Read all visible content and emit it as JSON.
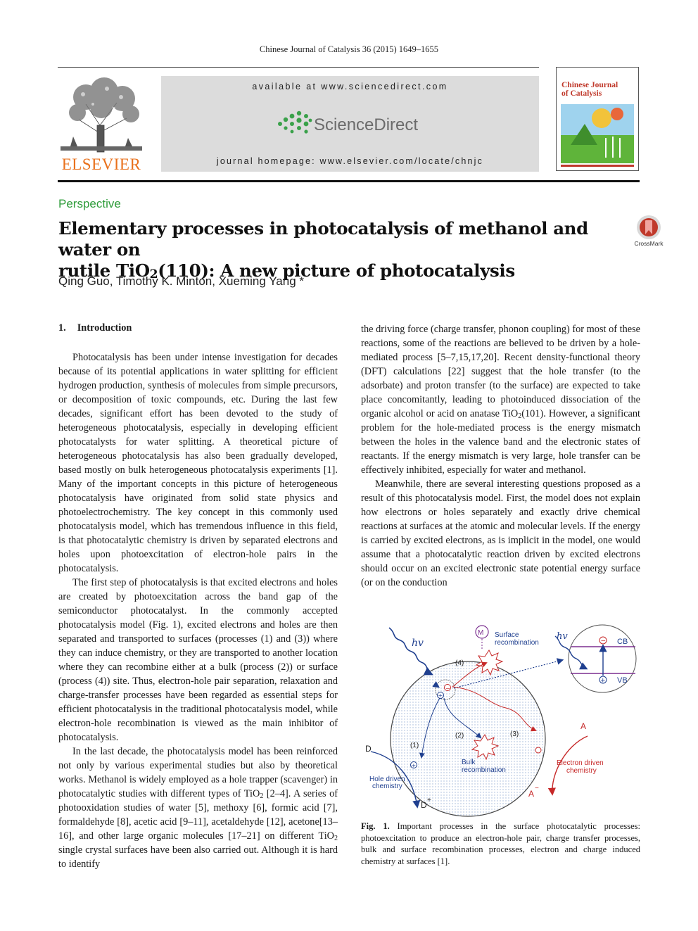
{
  "header": {
    "journal_ref": "Chinese Journal of Catalysis 36 (2015) 1649–1655",
    "publisher": "ELSEVIER",
    "available_at": "available at www.sciencedirect.com",
    "brand": "ScienceDirect",
    "homepage": "journal homepage: www.elsevier.com/locate/chnjc",
    "cover_title_1": "Chinese Journal",
    "cover_title_2": "of Catalysis",
    "colors": {
      "elsevier": "#e9711c",
      "perspective": "#2e9c3a",
      "cover_title": "#c0392b"
    }
  },
  "article": {
    "type": "Perspective",
    "title_line1": "Elementary processes in photocatalysis of methanol and water on",
    "title_line2_pre": "rutile TiO",
    "title_line2_sub": "2",
    "title_line2_post": "(110): A new picture of photocatalysis",
    "crossmark": "CrossMark",
    "authors": "Qing Guo, Timothy K. Minton, Xueming Yang *"
  },
  "section": {
    "number": "1.",
    "title": "Introduction"
  },
  "left_column": {
    "p1": "Photocatalysis has been under intense investigation for decades because of its potential applications in water splitting for efficient hydrogen production, synthesis of molecules from simple precursors, or decomposition of toxic compounds, etc. During the last few decades, significant effort has been devoted to the study of heterogeneous photocatalysis, especially in developing efficient photocatalysts for water splitting. A theoretical picture of heterogeneous photocatalysis has also been gradually developed, based mostly on bulk heterogeneous photocatalysis experiments [1]. Many of the important concepts in this picture of heterogeneous photocatalysis have originated from solid state physics and photoelectrochemistry. The key concept in this commonly used photocatalysis model, which has tremendous influence in this field, is that photocatalytic chemistry is driven by separated electrons and holes upon photoexcitation of electron-hole pairs in the photocatalysis.",
    "p2": "The first step of photocatalysis is that excited electrons and holes are created by photoexcitation across the band gap of the semiconductor photocatalyst. In the commonly accepted photocatalysis model (Fig. 1), excited electrons and holes are then separated and transported to surfaces (processes (1) and (3)) where they can induce chemistry, or they are transported to another location where they can recombine either at a bulk (process (2)) or surface (process (4)) site. Thus, electron-hole pair separation, relaxation and charge-transfer processes have been regarded as essential steps for efficient photocatalysis in the traditional photocatalysis model, while electron-hole recombination is viewed as the main inhibitor of photocatalysis.",
    "p3_a": "In the last decade, the photocatalysis model has been reinforced not only by various experimental studies but also by theoretical works. Methanol is widely employed as a hole trapper (scavenger) in photocatalytic studies with different types of TiO",
    "p3_b": "2",
    "p3_c": " [2–4]. A series of photooxidation studies of water [5], methoxy [6], formic acid [7], formaldehyde [8], acetic acid [9–11], acetaldehyde [12], acetone[13–16], and other large organic molecules [17–21] on different TiO",
    "p3_d": "2",
    "p3_e": " single crystal surfaces have been also carried out. Although it is hard to identify"
  },
  "right_column": {
    "p1_a": "the driving force (charge transfer, phonon coupling) for most of these reactions, some of the reactions are believed to be driven by a hole-mediated process [5–7,15,17,20]. Recent density-functional theory (DFT) calculations [22] suggest that the hole transfer (to the adsorbate) and proton transfer (to the surface) are expected to take place concomitantly, leading to photoinduced dissociation of the organic alcohol or acid on anatase TiO",
    "p1_b": "2",
    "p1_c": "(101). However, a significant problem for the hole-mediated process is the energy mismatch between the holes in the valence band and the electronic states of reactants. If the energy mismatch is very large, hole transfer can be effectively inhibited, especially for water and methanol.",
    "p2": "Meanwhile, there are several interesting questions proposed as a result of this photocatalysis model. First, the model does not explain how electrons or holes separately and exactly drive chemical reactions at surfaces at the atomic and molecular levels. If the energy is carried by excited electrons, as is implicit in the model, one would assume that a photocatalytic reaction driven by excited electrons should occur on an excited electronic state potential energy surface (or on the conduction"
  },
  "figure": {
    "hv_left": "hv",
    "hv_right": "hv",
    "m_label": "M",
    "surface_rec_1": "Surface",
    "surface_rec_2": "recombination",
    "cb": "CB",
    "vb": "VB",
    "p4": "(4)",
    "p2": "(2)",
    "p3": "(3)",
    "p1": "(1)",
    "bulk_1": "Bulk",
    "bulk_2": "recombination",
    "a_label": "A",
    "a_minus": "A",
    "d_label": "D",
    "d_plus": "D",
    "hole_chem_1": "Hole driven",
    "hole_chem_2": "chemistry",
    "elec_chem_1": "Electron driven",
    "elec_chem_2": "chemistry",
    "minus": "−",
    "plus": "+"
  },
  "caption": {
    "label": "Fig. 1.",
    "text": " Important processes in the surface photocatalytic processes: photoexcitation to produce an electron-hole pair, charge transfer processes, bulk and surface recombination processes, electron and charge induced chemistry at surfaces [1]."
  }
}
